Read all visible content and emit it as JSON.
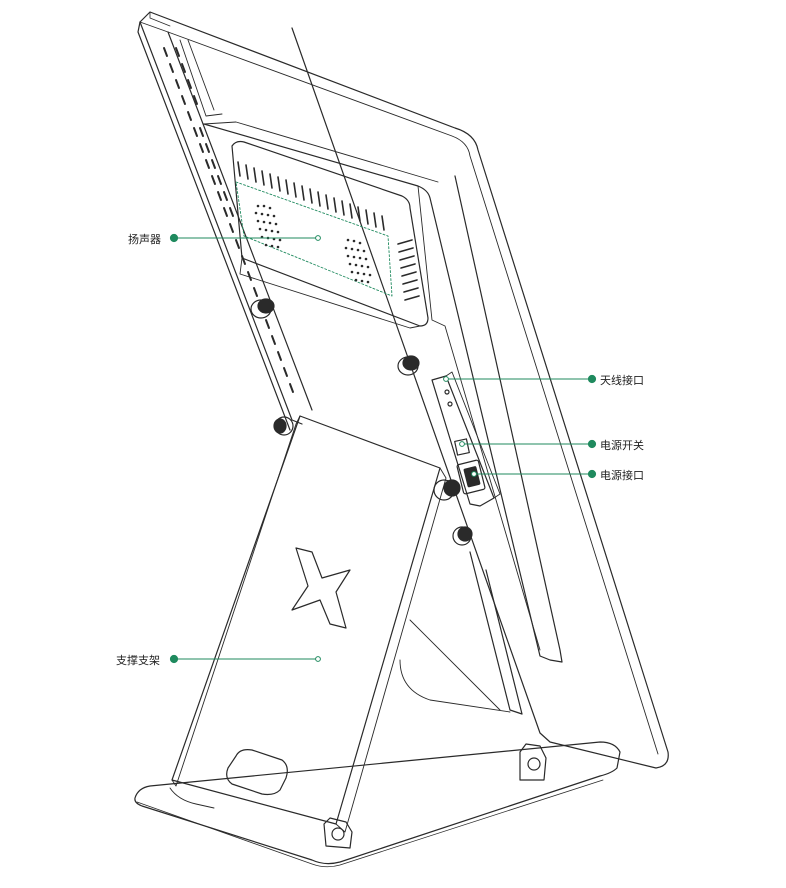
{
  "callouts": {
    "speaker": "扬声器",
    "antenna_port": "天线接口",
    "power_switch": "电源开关",
    "power_port": "电源接口",
    "support_stand": "支撑支架"
  },
  "colors": {
    "line": "#2a2a2a",
    "accent": "#1f8a5e",
    "background": "#ffffff"
  }
}
